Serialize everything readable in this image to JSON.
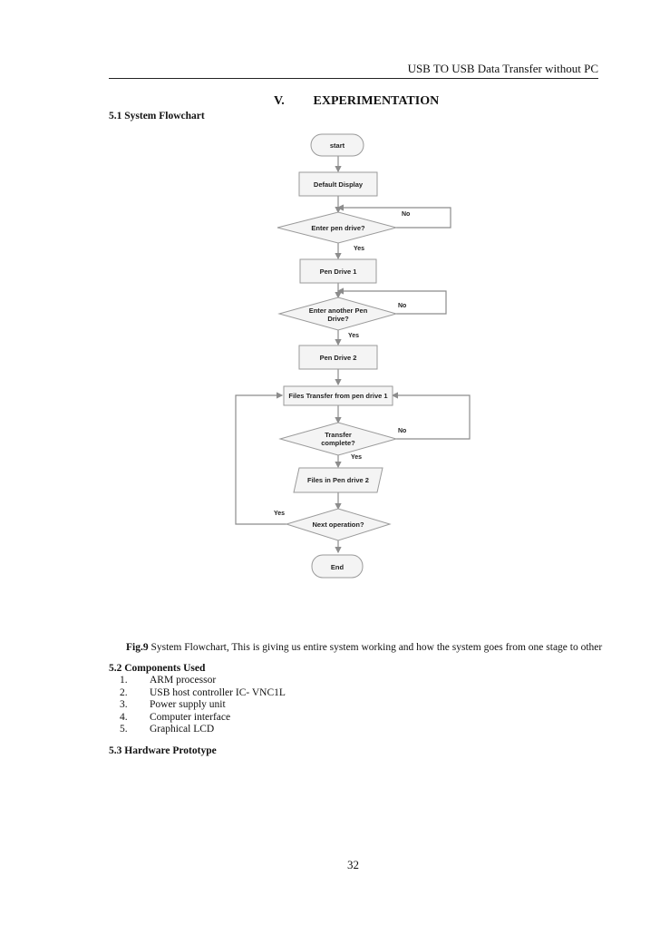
{
  "header": {
    "running_title": "USB TO USB Data Transfer without PC"
  },
  "section": {
    "number": "V.",
    "title": "EXPERIMENTATION"
  },
  "subsection_flowchart": "5.1 System Flowchart",
  "flowchart": {
    "start": "start",
    "default_display": "Default Display",
    "decision_pen_drive": "Enter pen drive?",
    "pen_drive_1": "Pen Drive 1",
    "decision_another_line1": "Enter another Pen",
    "decision_another_line2": "Drive?",
    "pen_drive_2": "Pen Drive 2",
    "files_transfer": "Files Transfer from pen drive 1",
    "decision_transfer_line1": "Transfer",
    "decision_transfer_line2": "complete?",
    "files_in_pen_drive_2": "Files in Pen drive 2",
    "decision_next": "Next operation?",
    "end": "End",
    "yes": "Yes",
    "no": "No"
  },
  "figure": {
    "label": "Fig.9",
    "caption": " System Flowchart, This is giving us entire system working and how the system goes from one stage to other"
  },
  "subsection_components": "5.2 Components Used",
  "components": [
    {
      "num": "1.",
      "name": "ARM processor"
    },
    {
      "num": "2.",
      "name": "USB host controller IC- VNC1L"
    },
    {
      "num": "3.",
      "name": "Power supply unit"
    },
    {
      "num": "4.",
      "name": "Computer interface"
    },
    {
      "num": "5.",
      "name": "Graphical LCD"
    }
  ],
  "subsection_prototype": "5.3 Hardware Prototype",
  "page_number": "32"
}
